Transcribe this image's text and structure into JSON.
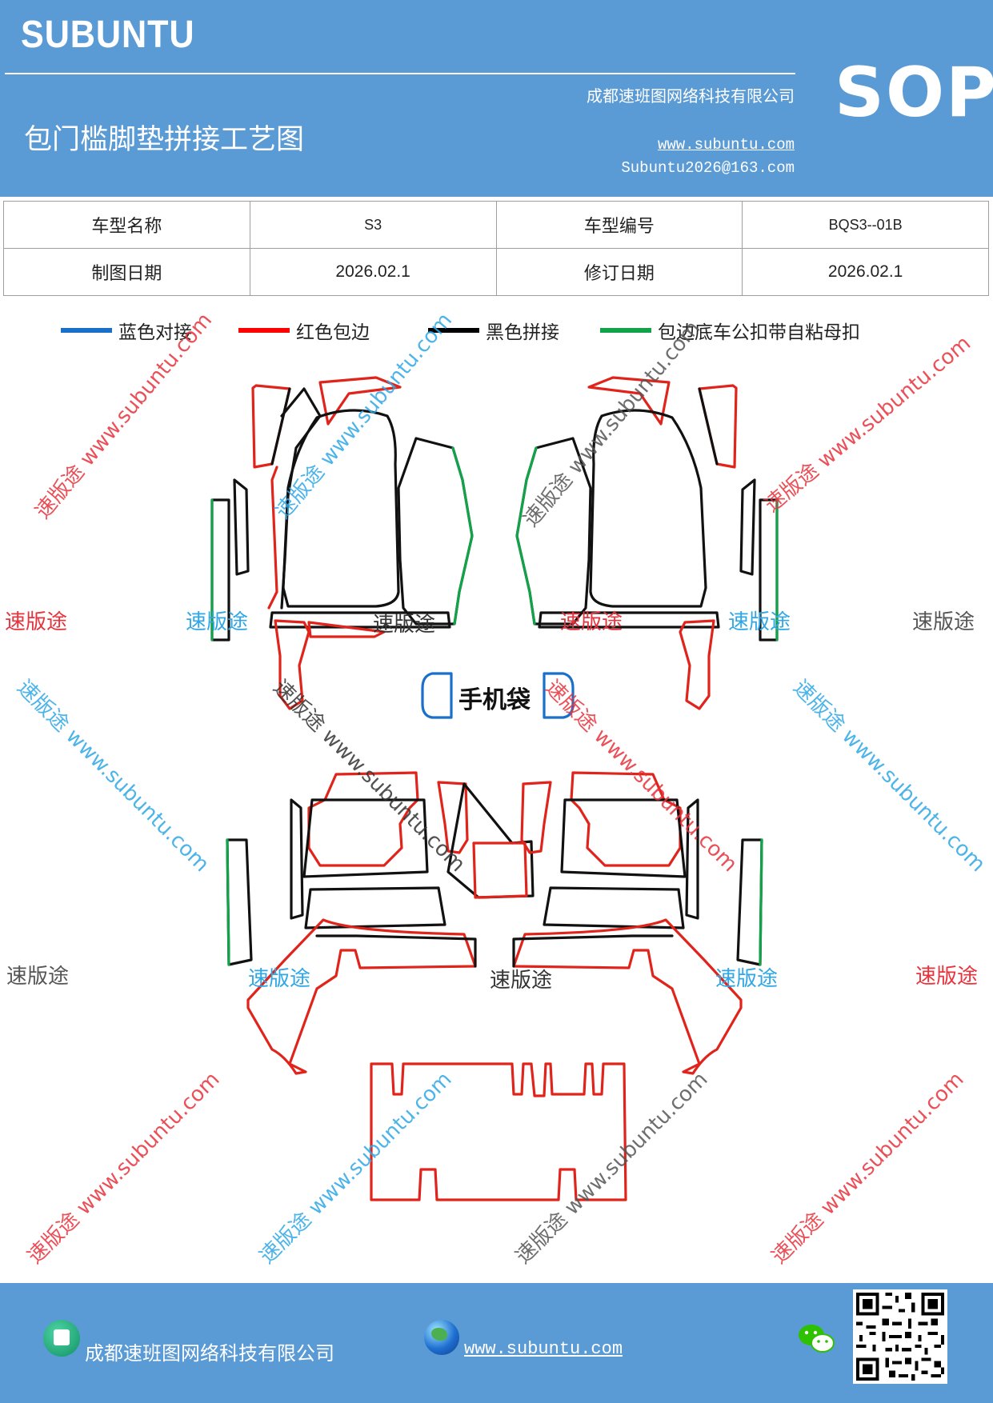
{
  "header": {
    "brand": "SUBUNTU",
    "company": "成都速班图网络科技有限公司",
    "title": "包门槛脚垫拼接工艺图",
    "website": "www.subuntu.com",
    "email": "Subuntu2026@163.com",
    "doc_type": "SOP"
  },
  "info_table": {
    "rows": [
      [
        "车型名称",
        "S3",
        "车型编号",
        "BQS3--01B"
      ],
      [
        "制图日期",
        "2026.02.1",
        "修订日期",
        "2026.02.1"
      ]
    ]
  },
  "legend": [
    {
      "label": "蓝色对接",
      "color": "#1a6fc9"
    },
    {
      "label": "红色包边",
      "color": "#ff0000"
    },
    {
      "label": "黑色拼接",
      "color": "#000000"
    },
    {
      "label": "包边底车公扣带自粘母扣",
      "color": "#12a34a"
    }
  ],
  "diagram": {
    "phone_pocket_label": "手机袋"
  },
  "watermarks": {
    "short": "速版途",
    "long": "速版途 www.subuntu.com"
  },
  "colors": {
    "header_bg": "#5b9bd5",
    "watermark_red": "#e8323c",
    "watermark_blue": "#2fa7e6",
    "watermark_gray": "#555555"
  },
  "footer": {
    "company": "成都速班图网络科技有限公司",
    "website": "www.subuntu.com",
    "icons": [
      "home-icon",
      "globe-icon",
      "wechat-icon",
      "qr-code"
    ]
  }
}
